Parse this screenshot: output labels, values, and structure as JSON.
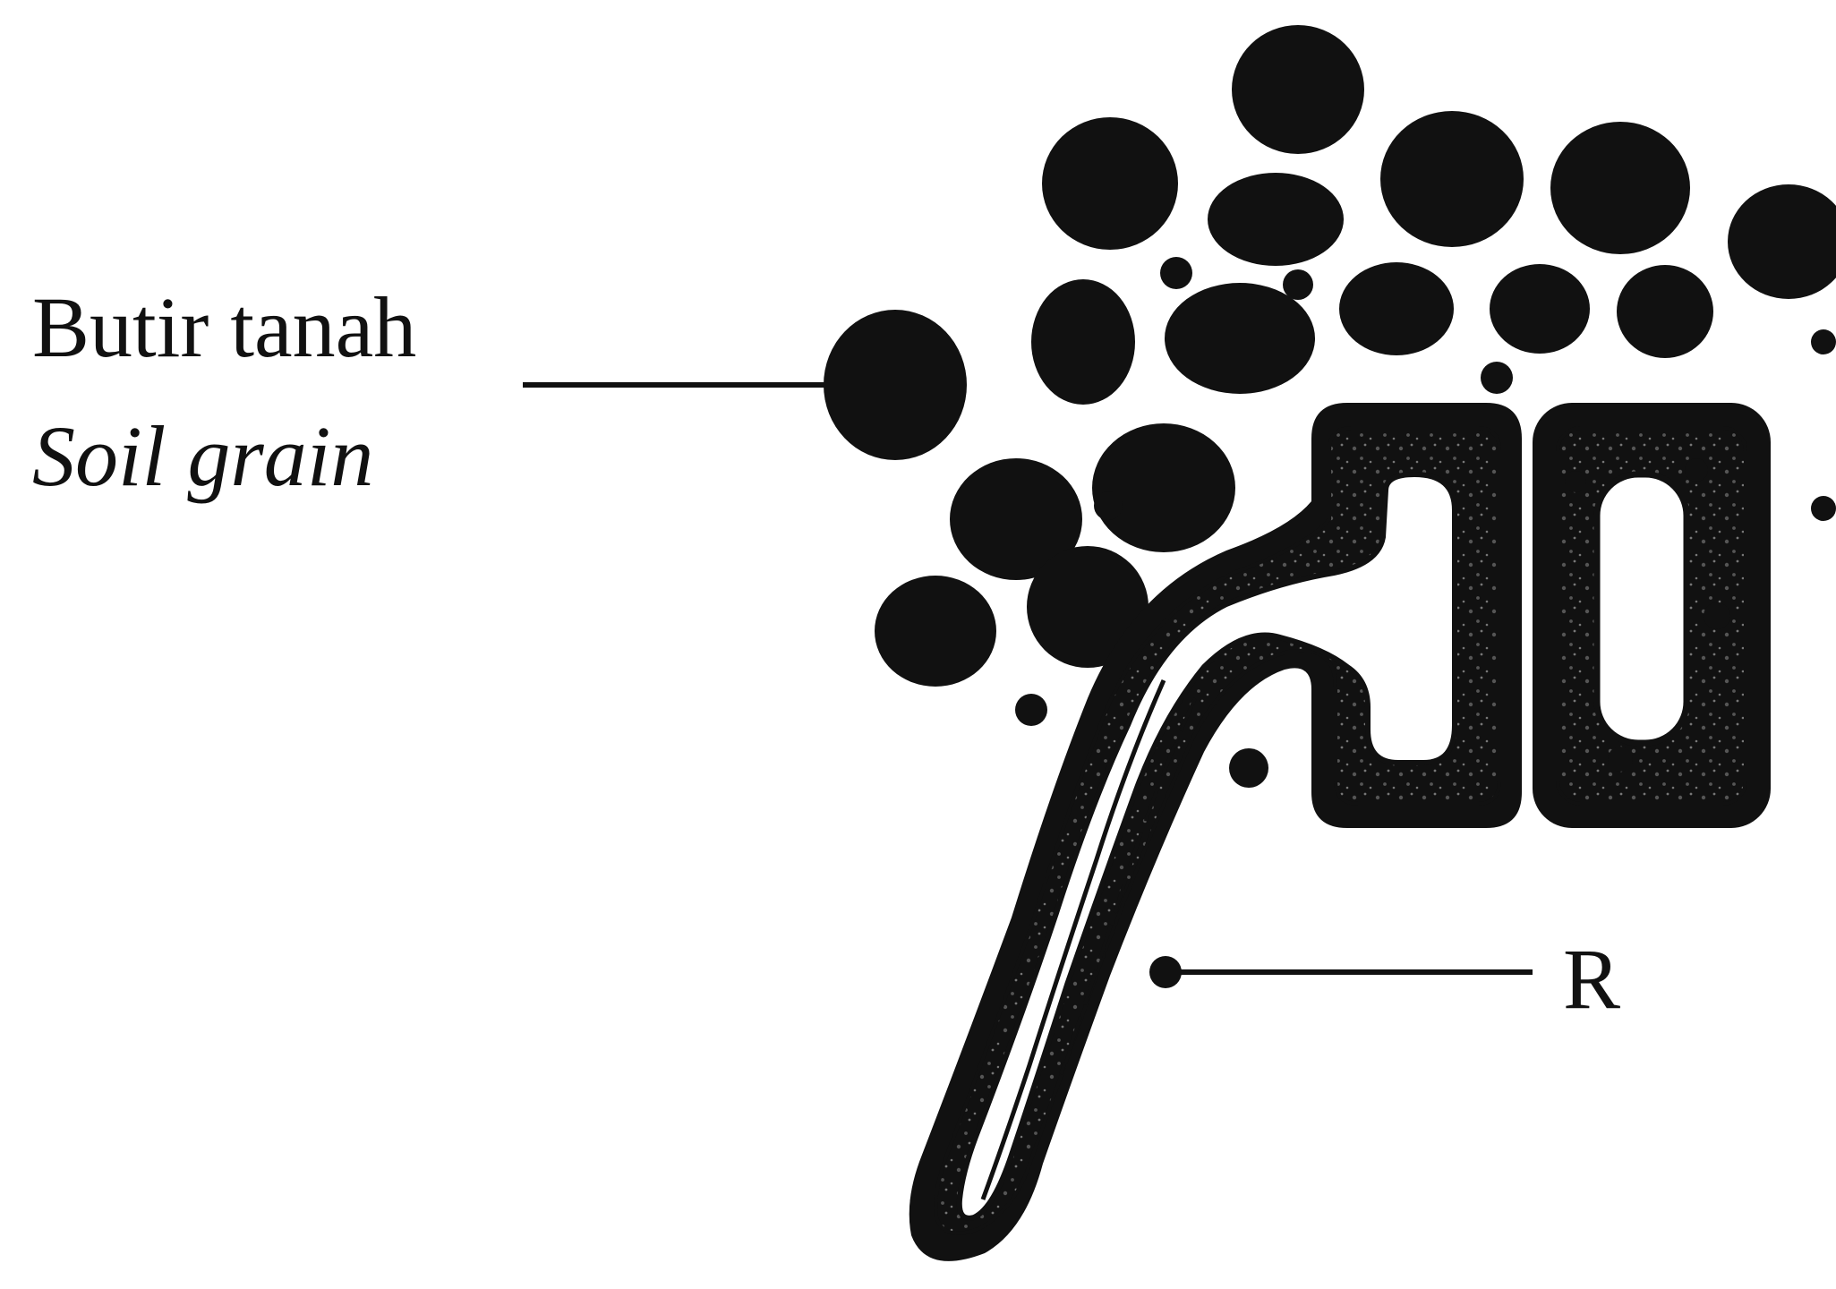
{
  "labels": {
    "soil_grain_ms": "Butir tanah",
    "soil_grain_en": "Soil grain",
    "r": "R"
  },
  "colors": {
    "ink": "#111111",
    "background": "#ffffff",
    "stipple": "#555555"
  }
}
